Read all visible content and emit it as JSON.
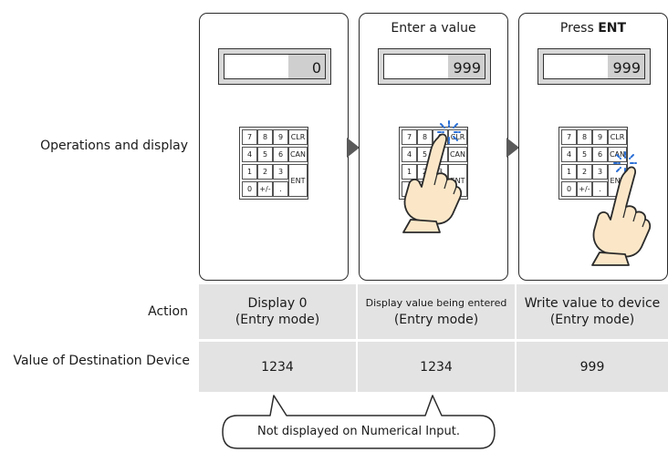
{
  "row_labels": {
    "operations": "Operations and display",
    "action": "Action",
    "destination": "Value of Destination Device"
  },
  "panels": [
    {
      "title": "",
      "title_bold": "",
      "display_value": "0"
    },
    {
      "title": "Enter a value",
      "title_bold": "",
      "display_value": "999"
    },
    {
      "title": "Press ",
      "title_bold": "ENT",
      "display_value": "999"
    }
  ],
  "keypad": {
    "keys": [
      "7",
      "8",
      "9",
      "CLR",
      "4",
      "5",
      "6",
      "CAN",
      "1",
      "2",
      "3",
      "ENT",
      "0",
      "+/-",
      "."
    ]
  },
  "actions": [
    {
      "line1": "Display 0",
      "line2": "(Entry mode)"
    },
    {
      "line1": "Display value being entered",
      "line2": "(Entry mode)"
    },
    {
      "line1": "Write value to device",
      "line2": "(Entry mode)"
    }
  ],
  "destination_values": [
    "1234",
    "1234",
    "999"
  ],
  "callout": "Not displayed on Numerical Input.",
  "colors": {
    "border": "#2b2b2b",
    "table_fill": "#e3e3e3",
    "arrow": "#5a5a5a"
  },
  "icons": [
    "hand-pointer-icon",
    "tap-burst-icon",
    "step-arrow-icon"
  ]
}
